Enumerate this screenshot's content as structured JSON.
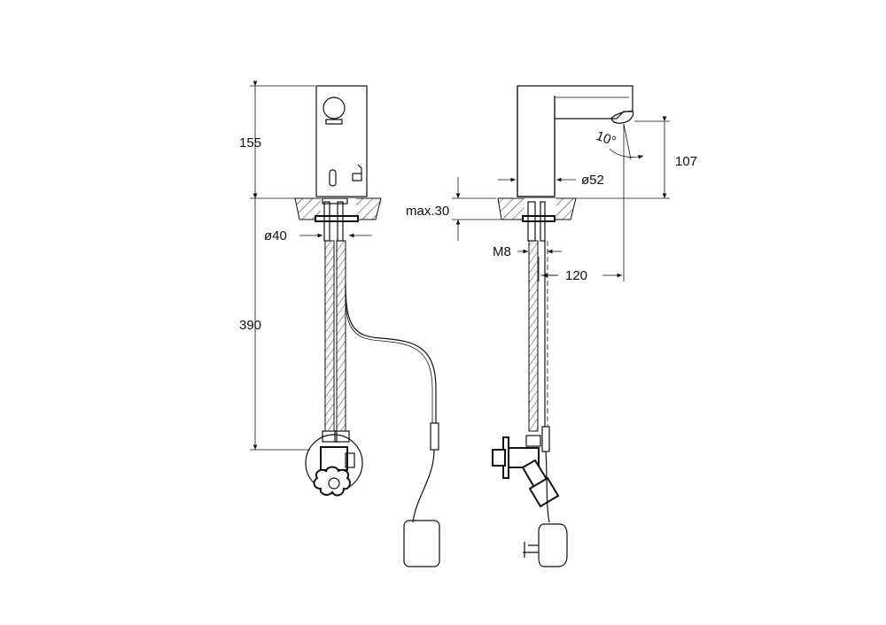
{
  "dimensions": {
    "height_body": "155",
    "height_below": "390",
    "diameter_base": "ø40",
    "diameter_body": "ø52",
    "max_thickness": "max.30",
    "height_spout": "107",
    "angle": "10°",
    "thread": "M8",
    "reach": "120"
  },
  "colors": {
    "line": "#111111",
    "background": "#ffffff"
  }
}
